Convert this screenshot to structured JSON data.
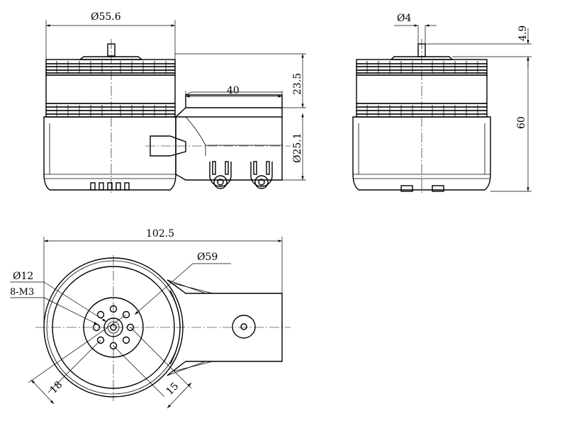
{
  "dimensions": {
    "top_width": "Ø55.6",
    "shaft_dia": "Ø4",
    "shaft_len": "4.9",
    "upper_height": "23.5",
    "tube_len": "40",
    "tube_dia": "Ø25.1",
    "total_height": "60",
    "total_length": "102.5",
    "outer_dia": "Ø59",
    "hub_dia": "Ø12",
    "thread": "8-M3",
    "pcd_outer": "18",
    "pcd_inner": "15"
  }
}
